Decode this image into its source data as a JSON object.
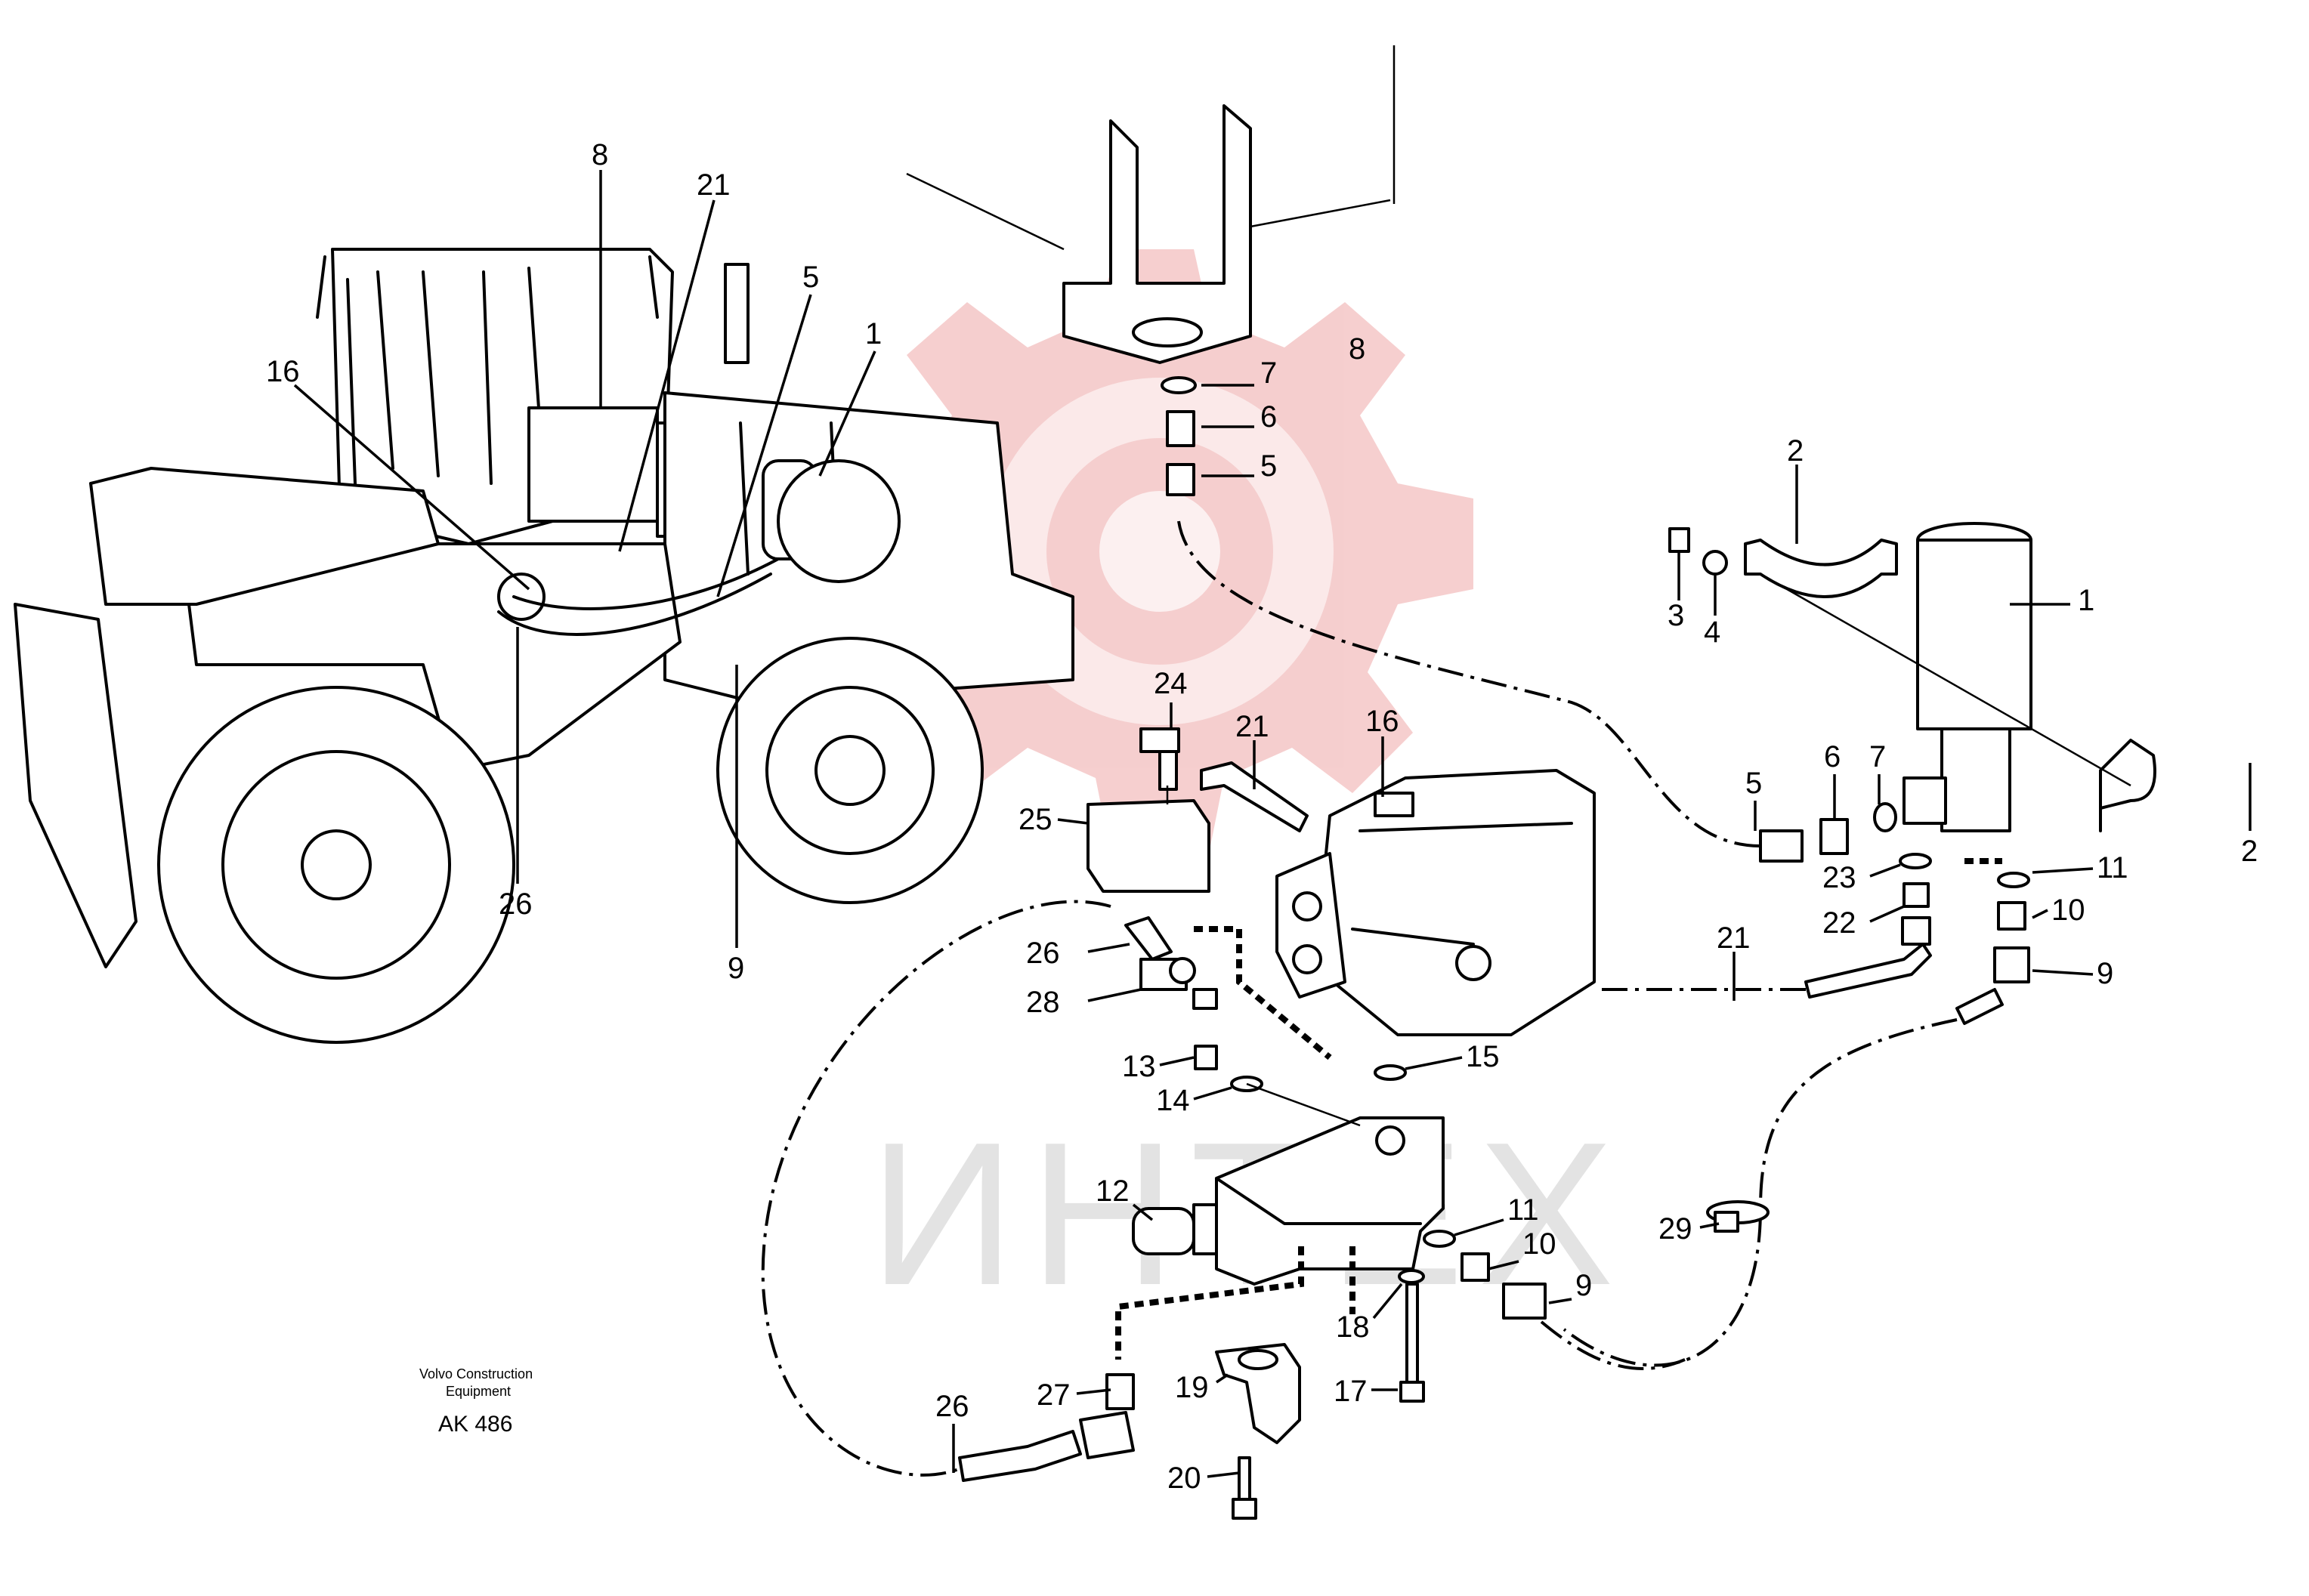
{
  "credit": {
    "line1": "Volvo Construction",
    "line2": "Equipment"
  },
  "figure_code": "AK 486",
  "watermark": {
    "text": "ИНТЕХ",
    "gear_color": "#f5cccc",
    "text_color": "#e3e3e3"
  },
  "callouts": [
    {
      "id": "c8-loader",
      "label": "8"
    },
    {
      "id": "c21-loader",
      "label": "21"
    },
    {
      "id": "c5-loader",
      "label": "5"
    },
    {
      "id": "c1-loader",
      "label": "1"
    },
    {
      "id": "c16-loader",
      "label": "16"
    },
    {
      "id": "c26-loader",
      "label": "26"
    },
    {
      "id": "c9-loader",
      "label": "9"
    },
    {
      "id": "c7-top",
      "label": "7"
    },
    {
      "id": "c6-top",
      "label": "6"
    },
    {
      "id": "c5-top",
      "label": "5"
    },
    {
      "id": "c8-top",
      "label": "8"
    },
    {
      "id": "c2-top",
      "label": "2"
    },
    {
      "id": "c3",
      "label": "3"
    },
    {
      "id": "c4",
      "label": "4"
    },
    {
      "id": "c1-tank",
      "label": "1"
    },
    {
      "id": "c2-bottom",
      "label": "2"
    },
    {
      "id": "c24",
      "label": "24"
    },
    {
      "id": "c21-mid",
      "label": "21"
    },
    {
      "id": "c16-pump",
      "label": "16"
    },
    {
      "id": "c25",
      "label": "25"
    },
    {
      "id": "c5-right",
      "label": "5"
    },
    {
      "id": "c6-right",
      "label": "6"
    },
    {
      "id": "c7-right",
      "label": "7"
    },
    {
      "id": "c23",
      "label": "23"
    },
    {
      "id": "c22",
      "label": "22"
    },
    {
      "id": "c11-right",
      "label": "11"
    },
    {
      "id": "c10-right",
      "label": "10"
    },
    {
      "id": "c9-right",
      "label": "9"
    },
    {
      "id": "c21-right",
      "label": "21"
    },
    {
      "id": "c26-mid",
      "label": "26"
    },
    {
      "id": "c28",
      "label": "28"
    },
    {
      "id": "c15",
      "label": "15"
    },
    {
      "id": "c13",
      "label": "13"
    },
    {
      "id": "c14",
      "label": "14"
    },
    {
      "id": "c12",
      "label": "12"
    },
    {
      "id": "c11-valve",
      "label": "11"
    },
    {
      "id": "c10-valve",
      "label": "10"
    },
    {
      "id": "c9-valve",
      "label": "9"
    },
    {
      "id": "c29",
      "label": "29"
    },
    {
      "id": "c18",
      "label": "18"
    },
    {
      "id": "c17",
      "label": "17"
    },
    {
      "id": "c19",
      "label": "19"
    },
    {
      "id": "c20",
      "label": "20"
    },
    {
      "id": "c27",
      "label": "27"
    },
    {
      "id": "c26-bottom",
      "label": "26"
    }
  ]
}
